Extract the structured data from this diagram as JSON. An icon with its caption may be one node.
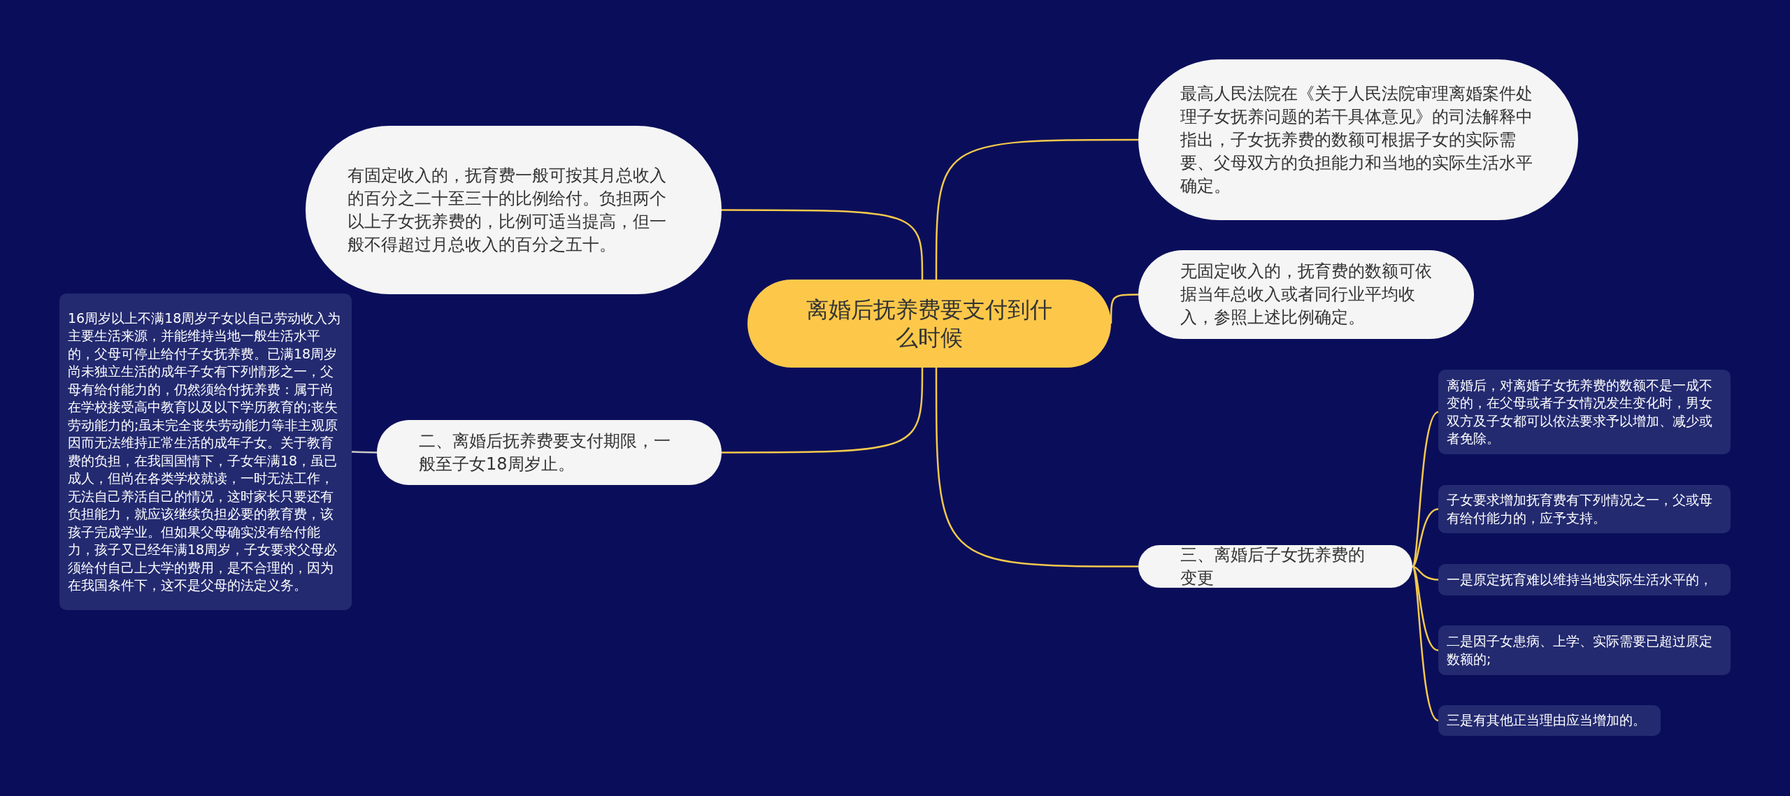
{
  "diagram": {
    "nodes": [
      {
        "text": [
          "离婚后抚养费要支付到什么时候"
        ]
      },
      {
        "text": [
          "有固定收入的，抚育费一般可按其月总收入的百分之二十至三十的比例给付。负担两个以上子女抚养费的，比例可适当提高，但一般不得超过月总收入的百分之五十。"
        ]
      },
      {
        "text": [
          "二、离婚后抚养费要支付期限，一般至子女18周岁止。"
        ]
      },
      {
        "text": [
          "16周岁以上不满18周岁子女以自己劳动收入为主要生活来源，并能维持当地一般生活水平的，父母可停止给付子女抚养费。已满18周岁尚未独立生活的成年子女有下列情形之一，父母有给付能力的，仍然须给付抚养费：属于尚在学校接受高中教育以及以下学历教育的;丧失劳动能力的;虽未完全丧失劳动能力等非主观原因而无法维持正常生活的成年子女。关于教育费的负担，在我国国情下，子女年满18，虽已成人，但尚在各类学校就读，一时无法工作，无法自己养活自己的情况，这时家长只要还有负担能力，就应该继续负担必要的教育费，该孩子完成学业。但如果父母确实没有给付能力，孩子又已经年满18周岁，子女要求父母必须给付自己上大学的费用，是不合理的，因为在我国条件下，这不是父母的法定义务。"
        ]
      },
      {
        "text": [
          "最高人民法院在《关于人民法院审理离婚案件处理子女抚养问题的若干具体意见》的司法解释中指出，子女抚养费的数额可根据子女的实际需要、父母双方的负担能力和当地的实际生活水平确定。"
        ]
      },
      {
        "text": [
          "无固定收入的，抚育费的数额可依据当年总收入或者同行业平均收入，参照上述比例确定。"
        ]
      },
      {
        "text": [
          "三、离婚后子女抚养费的变更"
        ]
      },
      {
        "text": [
          "离婚后，对离婚子女抚养费的数额不是一成不变的，在父母或者子女情况发生变化时，男女双方及子女都可以依法要求予以增加、减少或者免除。"
        ]
      },
      {
        "text": [
          "子女要求增加抚育费有下列情况之一，父或母有给付能力的，应予支持。"
        ]
      },
      {
        "text": [
          "一是原定抚育难以维持当地实际生活水平的，"
        ]
      },
      {
        "text": [
          "二是因子女患病、上学、实际需要已超过原定数额的;"
        ]
      },
      {
        "text": [
          "三是有其他正当理由应当增加的。"
        ]
      }
    ],
    "edges": [
      {
        "from": 0,
        "to": 1,
        "arrow": "none"
      },
      {
        "from": 0,
        "to": 2,
        "arrow": "none"
      },
      {
        "from": 2,
        "to": 3,
        "arrow": "none",
        "color": "#c8c8c8"
      },
      {
        "from": 0,
        "to": 4,
        "arrow": "none"
      },
      {
        "from": 0,
        "to": 5,
        "arrow": "none"
      },
      {
        "from": 0,
        "to": 6,
        "arrow": "none"
      },
      {
        "from": 6,
        "to": 7,
        "arrow": "none"
      },
      {
        "from": 6,
        "to": 8,
        "arrow": "none"
      },
      {
        "from": 6,
        "to": 9,
        "arrow": "none"
      },
      {
        "from": 6,
        "to": 10,
        "arrow": "none"
      },
      {
        "from": 6,
        "to": 11,
        "arrow": "none"
      }
    ]
  }
}
